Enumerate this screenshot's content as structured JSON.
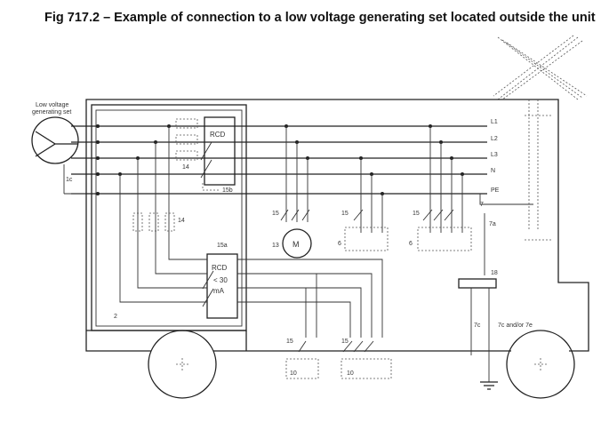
{
  "figure": {
    "title": "Fig 717.2 – Example of connection to a low voltage generating set located outside the unit"
  },
  "labels": {
    "generator": [
      "Low voltage",
      "generating set"
    ],
    "L1": "L1",
    "L2": "L2",
    "L3": "L3",
    "N": "N",
    "PE": "PE",
    "rcd": "RCD",
    "rcd30": [
      "RCD",
      "< 30",
      "mA"
    ],
    "motor": "M",
    "n1c": "1c",
    "n2": "2",
    "n14a": "14",
    "n14b": "14",
    "n15b": "15b",
    "n15a": "15a",
    "n13": "13",
    "n15_list": [
      "15",
      "15",
      "15",
      "15",
      "15"
    ],
    "n6a": "6",
    "n6b": "6",
    "n7": "7",
    "n7a": "7a",
    "n18": "18",
    "n7c": "7c",
    "n7c7e": "7c and/or 7e",
    "n10a": "10",
    "n10b": "10"
  }
}
